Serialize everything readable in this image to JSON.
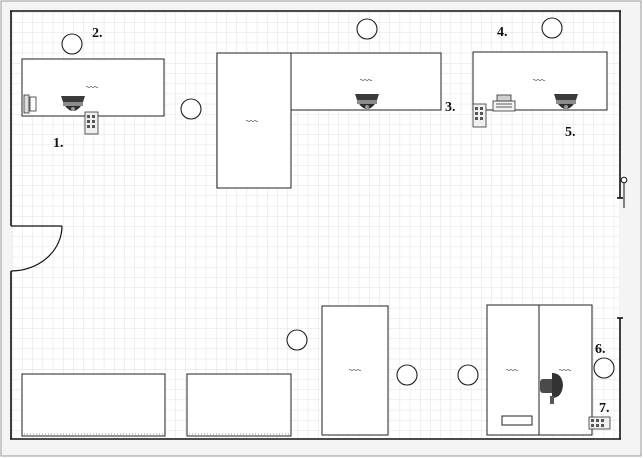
{
  "plan": {
    "grid_color": "#d9d9d9",
    "wall_color": "#111111",
    "line_color": "#222222",
    "frame_color": "#9a9a9a",
    "device_dark": "#3a3a3a",
    "device_mid": "#8c8c8c",
    "labels": [
      "1.",
      "2.",
      "3.",
      "4.",
      "5.",
      "6.",
      "7."
    ],
    "icons": {
      "camera": "dome-camera-icon",
      "keypad": "keypad-icon",
      "phone": "telephone-icon",
      "chair": "round-stool-icon",
      "door": "door-swing-icon",
      "switch": "wall-switch-icon"
    }
  }
}
